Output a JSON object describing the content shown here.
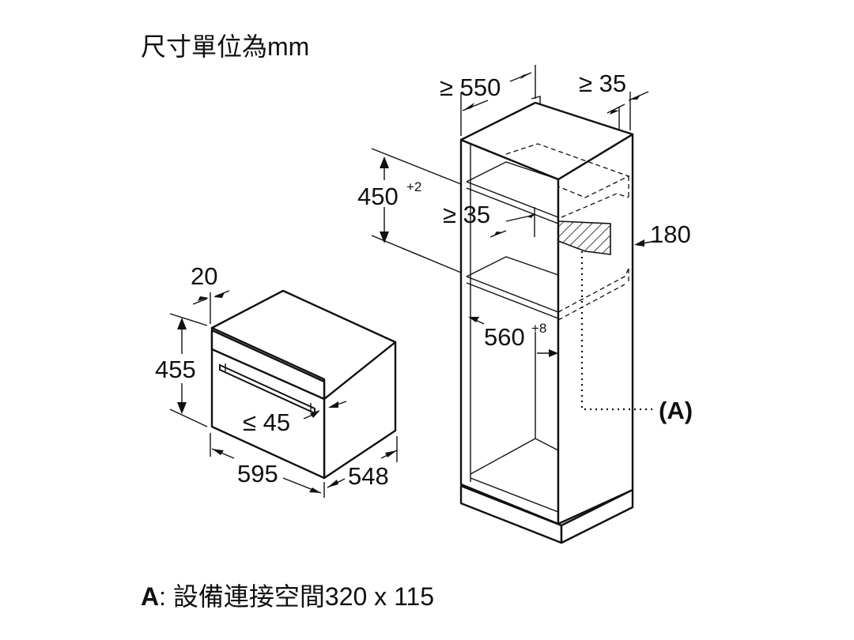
{
  "title": "尺寸單位為mm",
  "footer": {
    "key": "A",
    "sep": ":",
    "text": " 設備連接空間320 x 115"
  },
  "appliance": {
    "depth_front": "20",
    "height": "455",
    "handle": "≤ 45",
    "width": "595",
    "depth": "548"
  },
  "cabinet": {
    "depth": "≥ 550",
    "rear_gap": "≥ 35",
    "niche_height": "450",
    "niche_height_tol": "+2",
    "shelf_gap": "≥ 35",
    "side_height": "180",
    "niche_width": "560",
    "niche_width_tol": "+8",
    "connection_label": "(A)"
  }
}
